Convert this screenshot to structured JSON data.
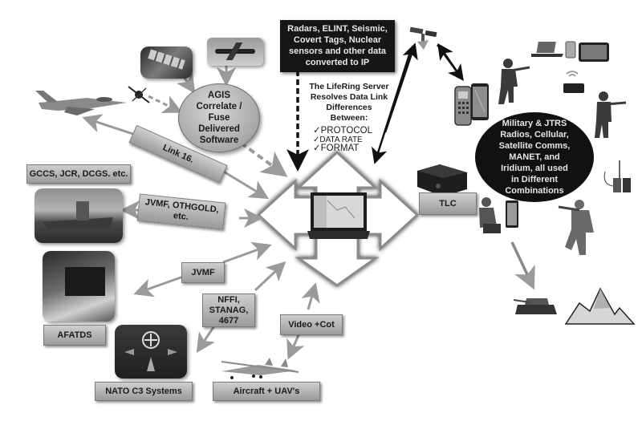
{
  "diagram": {
    "sensor_box": {
      "lines": [
        "Radars,  ELINT, Seismic,",
        "Covert Tags, Nuclear",
        "sensors  and other data",
        "converted to  IP"
      ]
    },
    "server_note": {
      "lines": [
        "The LifeRing Server",
        "Resolves Data Link",
        "Differences",
        "Between:"
      ],
      "checklist": [
        {
          "icon": "checkmark-icon",
          "label": "PROTOCOL"
        },
        {
          "icon": "checkmark-icon",
          "label": "DATA RATE"
        },
        {
          "icon": "checkmark-icon",
          "label": "FORMAT"
        }
      ],
      "check_glyph": "✓"
    },
    "agis": {
      "lines": [
        "AGIS",
        "Correlate /",
        "Fuse",
        "Delivered",
        "Software"
      ]
    },
    "radio_ellipse": {
      "lines": [
        "Military & JTRS",
        "Radios, Cellular,",
        "Satellite Comms,",
        "MANET, and",
        "Iridium, all used",
        "in Different",
        "Combinations"
      ]
    },
    "link_labels": {
      "link16": "Link 16.",
      "jvmf_othgold": [
        "JVMF, OTHGOLD,",
        "etc."
      ],
      "jvmf": "JVMF",
      "nffi": [
        "NFFI,",
        "STANAG,",
        "4677"
      ],
      "video_cot": "Video +Cot",
      "tlc": "TLC"
    },
    "system_labels": {
      "gccs": "GCCS, JCR, DCGS. etc.",
      "afatds": "AFATDS",
      "nato": "NATO C3 Systems",
      "aircraft": "Aircraft + UAV's"
    },
    "colors": {
      "background": "#ffffff",
      "dark_fill": "#161616",
      "label_gray": "#b4b4b4",
      "arrow_gray": "#9a9a9a",
      "arrow_black": "#111111"
    }
  }
}
